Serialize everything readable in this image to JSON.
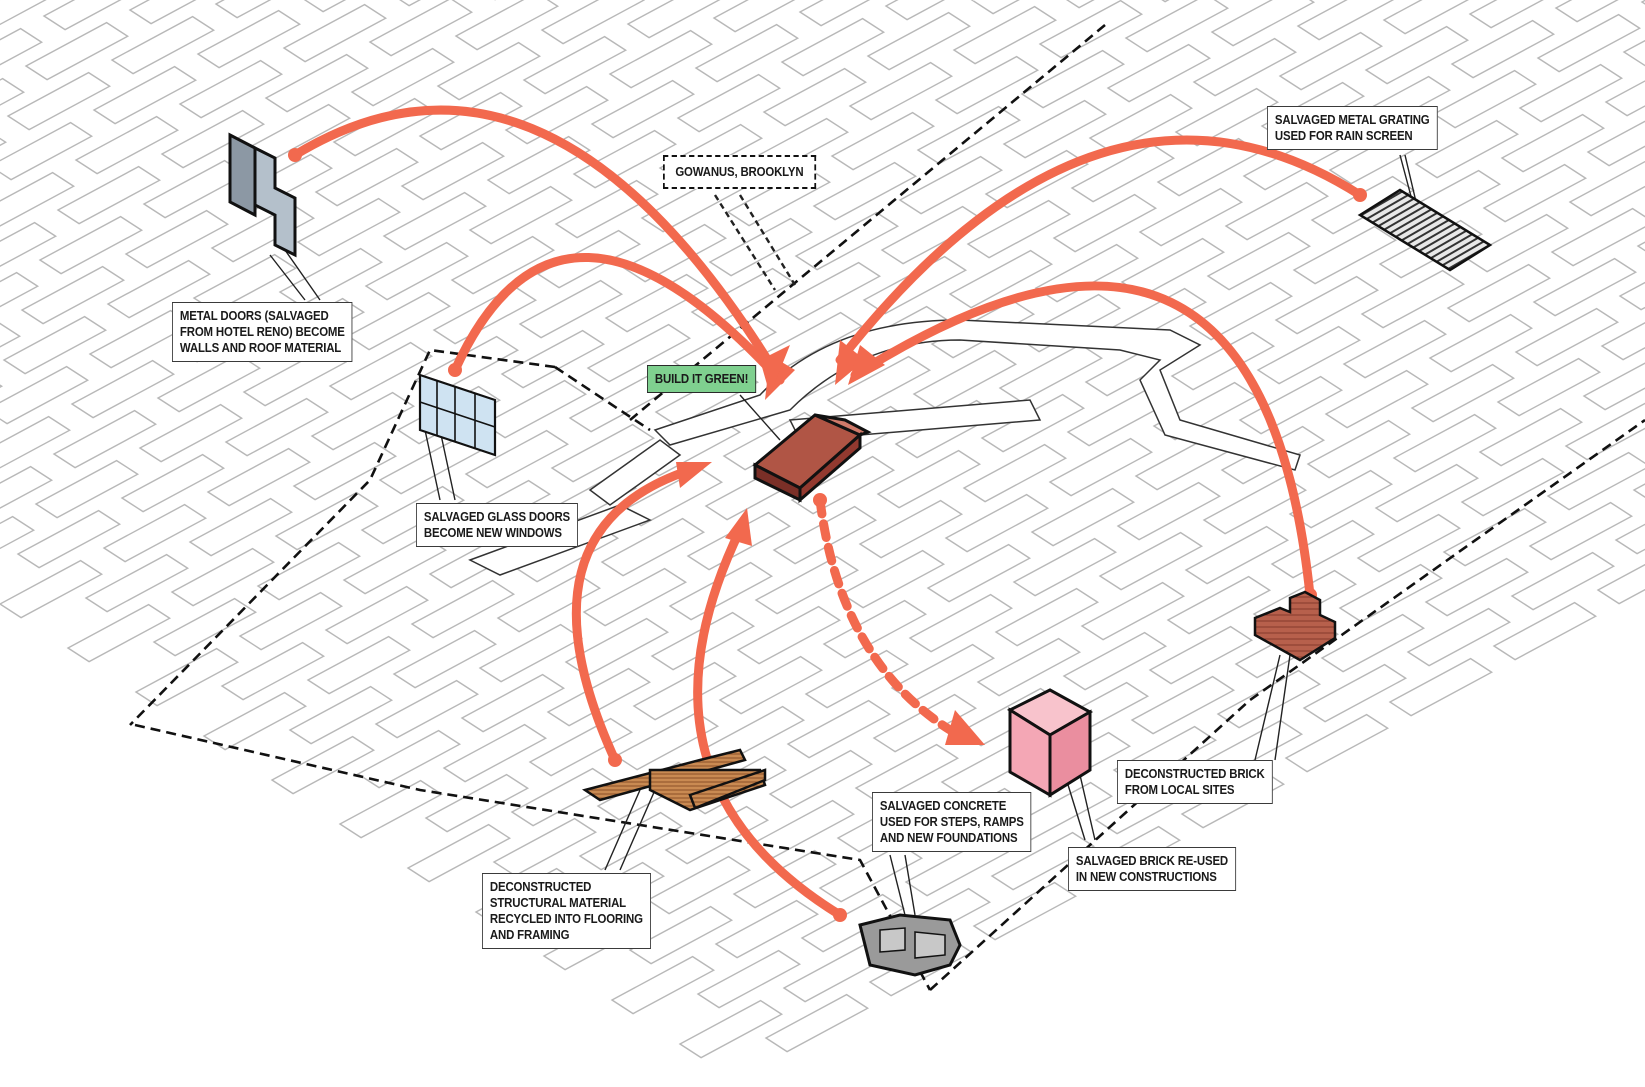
{
  "colors": {
    "arrow": "#f2694e",
    "street_line": "#b8b8b8",
    "boundary": "#111111",
    "label_green": "#7fd08f",
    "brick": "#a0493a",
    "pink_building": "#f4a7b5",
    "glass": "#cfe3f2"
  },
  "labels": {
    "neighborhood": "GOWANUS, BROOKLYN",
    "center": "BUILD IT GREEN!",
    "metal_doors": "METAL DOORS (SALVAGED\nFROM HOTEL RENO) BECOME\nWALLS AND ROOF MATERIAL",
    "glass_doors": "SALVAGED GLASS DOORS\nBECOME NEW WINDOWS",
    "metal_grating": "SALVAGED METAL GRATING\nUSED FOR RAIN SCREEN",
    "local_brick": "DECONSTRUCTED BRICK\nFROM LOCAL SITES",
    "reused_brick": "SALVAGED BRICK RE-USED\nIN NEW CONSTRUCTIONS",
    "concrete": "SALVAGED CONCRETE\nUSED FOR STEPS, RAMPS\nAND NEW FOUNDATIONS",
    "structural": "DECONSTRUCTED\nSTRUCTURAL MATERIAL\nRECYCLED INTO FLOORING\nAND FRAMING"
  },
  "materials": [
    {
      "name": "metal-doors-icon",
      "flow": "in"
    },
    {
      "name": "glass-doors-icon",
      "flow": "in"
    },
    {
      "name": "metal-grating-icon",
      "flow": "in"
    },
    {
      "name": "local-brick-icon",
      "flow": "in"
    },
    {
      "name": "structural-lumber-icon",
      "flow": "in"
    },
    {
      "name": "salvaged-concrete-icon",
      "flow": "in"
    },
    {
      "name": "pink-building-icon",
      "flow": "out"
    }
  ]
}
